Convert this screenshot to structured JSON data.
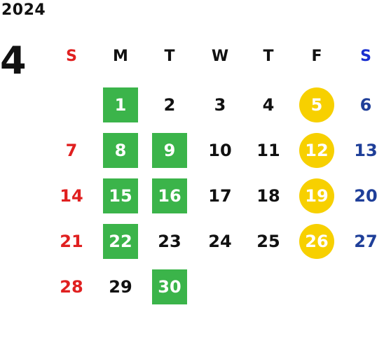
{
  "calendar": {
    "year": "2024",
    "month": "4",
    "weekdays": [
      {
        "label": "S",
        "color": "#e02020"
      },
      {
        "label": "M",
        "color": "#111111"
      },
      {
        "label": "T",
        "color": "#111111"
      },
      {
        "label": "W",
        "color": "#111111"
      },
      {
        "label": "T",
        "color": "#111111"
      },
      {
        "label": "F",
        "color": "#111111"
      },
      {
        "label": "S",
        "color": "#1a2fd0"
      }
    ],
    "highlight_colors": {
      "green": "#3bb44a",
      "yellow": "#f7d000",
      "sunday": "#e02020",
      "saturday": "#1f3f99"
    },
    "weeks": [
      [
        null,
        {
          "day": "1",
          "mark": "green"
        },
        {
          "day": "2"
        },
        {
          "day": "3"
        },
        {
          "day": "4"
        },
        {
          "day": "5",
          "mark": "yellow"
        },
        {
          "day": "6"
        }
      ],
      [
        {
          "day": "7"
        },
        {
          "day": "8",
          "mark": "green"
        },
        {
          "day": "9",
          "mark": "green"
        },
        {
          "day": "10"
        },
        {
          "day": "11"
        },
        {
          "day": "12",
          "mark": "yellow"
        },
        {
          "day": "13"
        }
      ],
      [
        {
          "day": "14"
        },
        {
          "day": "15",
          "mark": "green"
        },
        {
          "day": "16",
          "mark": "green"
        },
        {
          "day": "17"
        },
        {
          "day": "18"
        },
        {
          "day": "19",
          "mark": "yellow"
        },
        {
          "day": "20"
        }
      ],
      [
        {
          "day": "21"
        },
        {
          "day": "22",
          "mark": "green"
        },
        {
          "day": "23"
        },
        {
          "day": "24"
        },
        {
          "day": "25"
        },
        {
          "day": "26",
          "mark": "yellow"
        },
        {
          "day": "27"
        }
      ],
      [
        {
          "day": "28"
        },
        {
          "day": "29"
        },
        {
          "day": "30",
          "mark": "green"
        },
        null,
        null,
        null,
        null
      ]
    ]
  }
}
